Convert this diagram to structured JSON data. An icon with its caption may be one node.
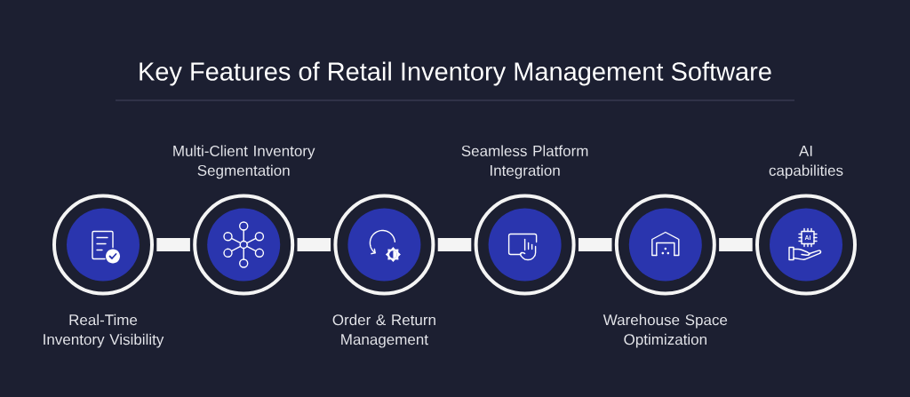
{
  "diagram": {
    "title": "Key Features of Retail Inventory Management Software",
    "nodes": [
      {
        "text": [
          "Real-Time Inventory Visibility"
        ]
      },
      {
        "text": [
          "Multi-Client Inventory Segmentation"
        ]
      },
      {
        "text": [
          "Order & Return Management"
        ]
      },
      {
        "text": [
          "Seamless Platform Integration"
        ]
      },
      {
        "text": [
          "Warehouse Space Optimization"
        ]
      },
      {
        "text": [
          "AI capabilities"
        ]
      }
    ],
    "edges": [
      {
        "from": 0,
        "to": 1,
        "arrow": "none"
      },
      {
        "from": 1,
        "to": 2,
        "arrow": "none"
      },
      {
        "from": 2,
        "to": 3,
        "arrow": "none"
      },
      {
        "from": 3,
        "to": 4,
        "arrow": "none"
      },
      {
        "from": 4,
        "to": 5,
        "arrow": "none"
      }
    ],
    "labels": [
      "AI"
    ]
  }
}
